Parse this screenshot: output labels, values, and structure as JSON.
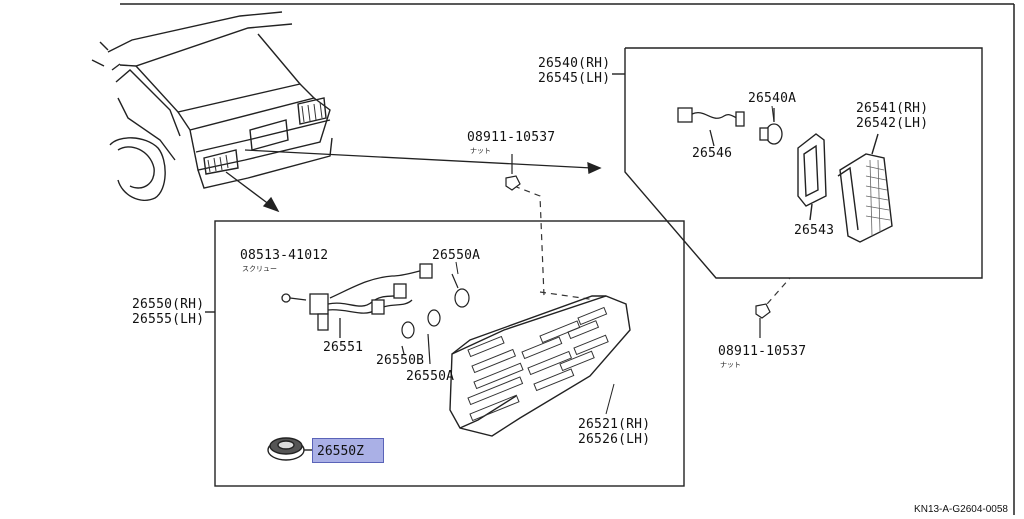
{
  "diagram": {
    "nut_top": {
      "part": "08911-10537",
      "sub": "ナット"
    },
    "nut_bottom": {
      "part": "08911-10537",
      "sub": "ナット"
    },
    "screw": {
      "part": "08513-41012",
      "sub": "スクリュー"
    },
    "side_lamp_assembly": {
      "rh": "26540(RH)",
      "lh": "26545(LH)"
    },
    "side_bulb": "26540A",
    "side_lens": {
      "rh": "26541(RH)",
      "lh": "26542(LH)"
    },
    "side_socket": "26546",
    "side_gasket": "26543",
    "rear_lamp_assembly": {
      "rh": "26550(RH)",
      "lh": "26555(LH)"
    },
    "rear_bulb_a_top": "26550A",
    "rear_socket": "26551",
    "rear_bulb_b": "26550B",
    "rear_bulb_a_bottom": "26550A",
    "rear_lens": {
      "rh": "26521(RH)",
      "lh": "26526(LH)"
    },
    "highlighted_part": "26550Z",
    "drawing_code": "KN13-A-G2604-0058"
  }
}
